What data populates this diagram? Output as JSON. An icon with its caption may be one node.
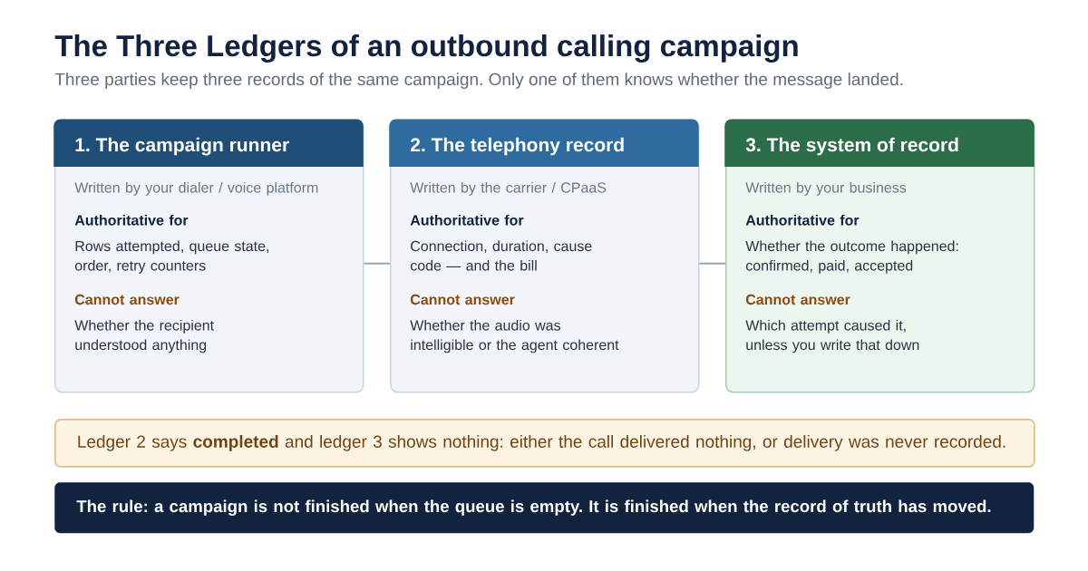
{
  "diagram": {
    "title": "The Three Ledgers of an outbound calling campaign",
    "nodes": [
      {
        "text": [
          "1. The campaign runner",
          "Written by your dialer / voice platform",
          "Authoritative for",
          "Rows attempted, queue state, order, retry counters",
          "Cannot answer",
          "Whether the recipient understood anything"
        ]
      },
      {
        "text": [
          "2. The telephony record",
          "Written by the carrier / CPaaS",
          "Authoritative for",
          "Connection, duration, cause code — and the bill",
          "Cannot answer",
          "Whether the audio was intelligible or the agent coherent"
        ]
      },
      {
        "text": [
          "3. The system of record",
          "Written by your business",
          "Authoritative for",
          "Whether the outcome happened: confirmed, paid, accepted",
          "Cannot answer",
          "Which attempt caused it, unless you write that down"
        ]
      },
      {
        "text": [
          "Ledger 2 says **completed** and ledger 3 shows nothing: either the call delivered nothing, or delivery was never recorded."
        ]
      },
      {
        "text": [
          "The rule: a campaign is not finished when the queue is empty. It is finished when the record of truth has moved."
        ]
      }
    ],
    "edges": [
      {
        "from": 0,
        "to": 1,
        "arrow": "none"
      },
      {
        "from": 1,
        "to": 2,
        "arrow": "none"
      }
    ],
    "labels": [
      "Three parties keep three records of the same campaign. Only one of them knows whether the message landed."
    ]
  }
}
